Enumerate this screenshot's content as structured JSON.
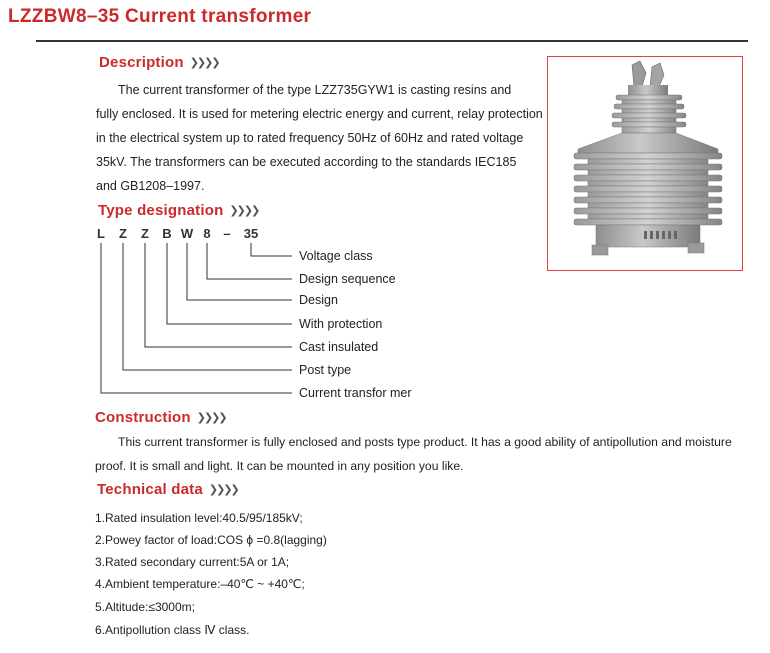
{
  "title": "LZZBW8–35  Current transformer",
  "sections": {
    "description": {
      "heading": "Description",
      "lines": [
        "The current transformer of the type  LZZ735GYW1  is  casting resins and",
        "fully enclosed. It is used for metering electric energy and current, relay protection",
        "in the electrical system up to rated frequency 50Hz of 60Hz and rated voltage",
        "35kV. The transformers can be executed according to the standards IEC185",
        "and GB1208–1997."
      ]
    },
    "type_designation": {
      "heading": "Type designation",
      "code": [
        "L",
        "Z",
        "Z",
        "B",
        "W",
        "8",
        "–",
        "35"
      ],
      "labels": [
        "Voltage class",
        "Design sequence",
        "Design",
        "With protection",
        "Cast insulated",
        "Post type",
        "Current  transfor mer"
      ]
    },
    "construction": {
      "heading": "Construction",
      "lines": [
        "This current transformer is fully enclosed and posts type product. It has a good ability of antipollution and moisture",
        "proof. It is small and light. It can be mounted in any position  you like."
      ]
    },
    "technical_data": {
      "heading": "Technical data",
      "items": [
        "1.Rated insulation level:40.5/95/185kV;",
        "2.Powey factor of load:COS ϕ =0.8(lagging)",
        "3.Rated secondary current:5A or 1A;",
        "4.Ambient temperature:–40℃ ~ +40℃;",
        "5.Altitude:≤3000m;",
        "6.Antipollution class Ⅳ class."
      ]
    }
  },
  "chevron_glyph": "❯❯❯❯",
  "colors": {
    "accent": "#cc2a2a",
    "text": "#222222",
    "frame": "#e04040"
  },
  "image": {
    "icon": "current-transformer-product-image"
  }
}
